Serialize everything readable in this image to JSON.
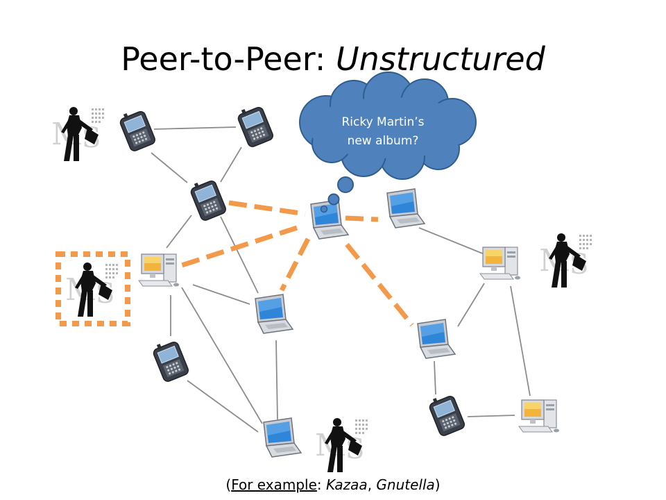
{
  "slide": {
    "title_main": "Peer-to-Peer: ",
    "title_emph": "Unstructured"
  },
  "bubble": {
    "line1": "Ricky Martin’s",
    "line2": "new album?"
  },
  "caption": {
    "open": "(",
    "label": "For example",
    "colon": ": ",
    "ex1": "Kazaa",
    "sep": ", ",
    "ex2": "Gnutella",
    "close": ")"
  },
  "colors": {
    "query_dash": "#f39a4a",
    "link": "#8c8c8c",
    "bubble_fill": "#4f81bd",
    "bubble_stroke": "#2f5d8f"
  },
  "icons": {
    "pda": "pda-icon",
    "laptop": "laptop-icon",
    "desktop": "desktop-icon",
    "album": "album-cover-icon"
  }
}
